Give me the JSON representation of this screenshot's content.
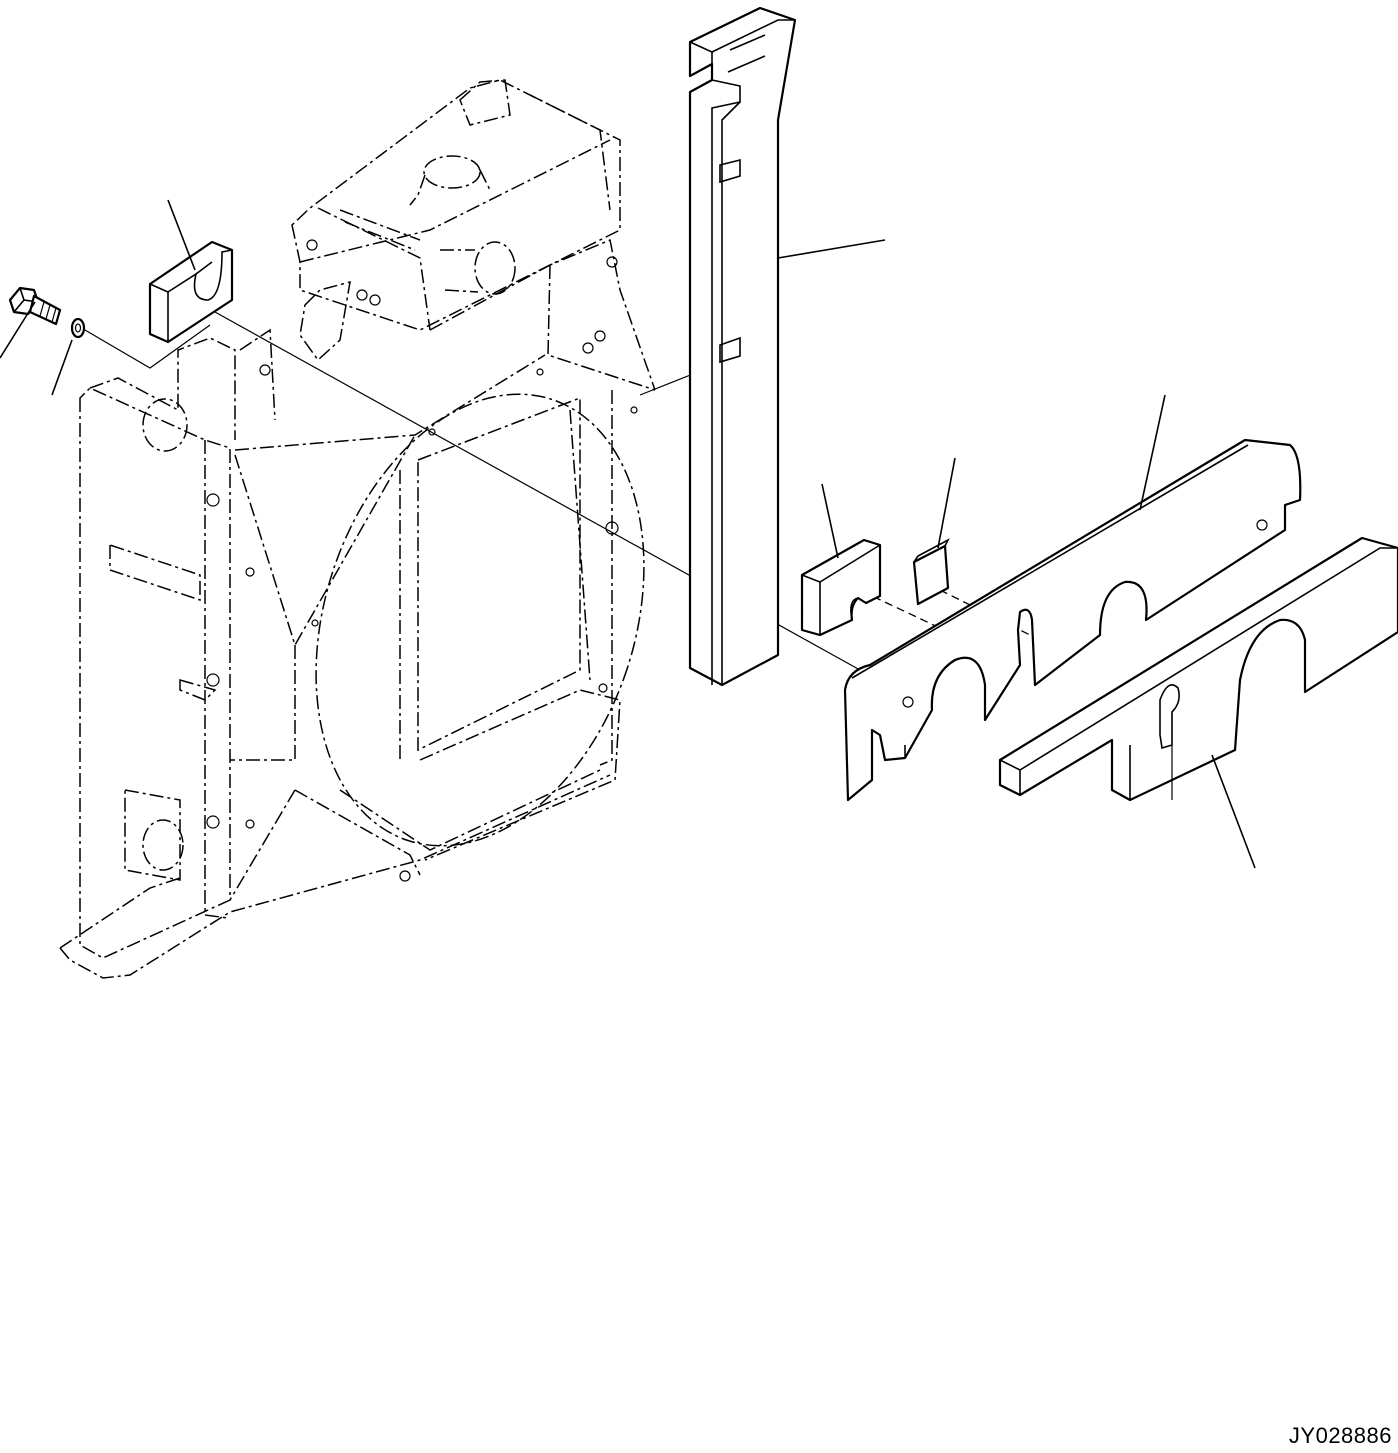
{
  "drawing": {
    "code": "JY028886"
  },
  "parts": [
    {
      "id": "radiator-assembly",
      "icon": "radiator-icon"
    },
    {
      "id": "upper-seal-block",
      "icon": "seal-block-icon"
    },
    {
      "id": "bolt",
      "icon": "bolt-icon"
    },
    {
      "id": "washer",
      "icon": "washer-icon"
    },
    {
      "id": "vertical-seal",
      "icon": "vertical-seal-icon"
    },
    {
      "id": "small-seal-block",
      "icon": "seal-block-icon"
    },
    {
      "id": "seal-pad",
      "icon": "seal-pad-icon"
    },
    {
      "id": "seal-plate",
      "icon": "seal-plate-icon"
    },
    {
      "id": "lower-seal-bar",
      "icon": "seal-bar-icon"
    }
  ]
}
